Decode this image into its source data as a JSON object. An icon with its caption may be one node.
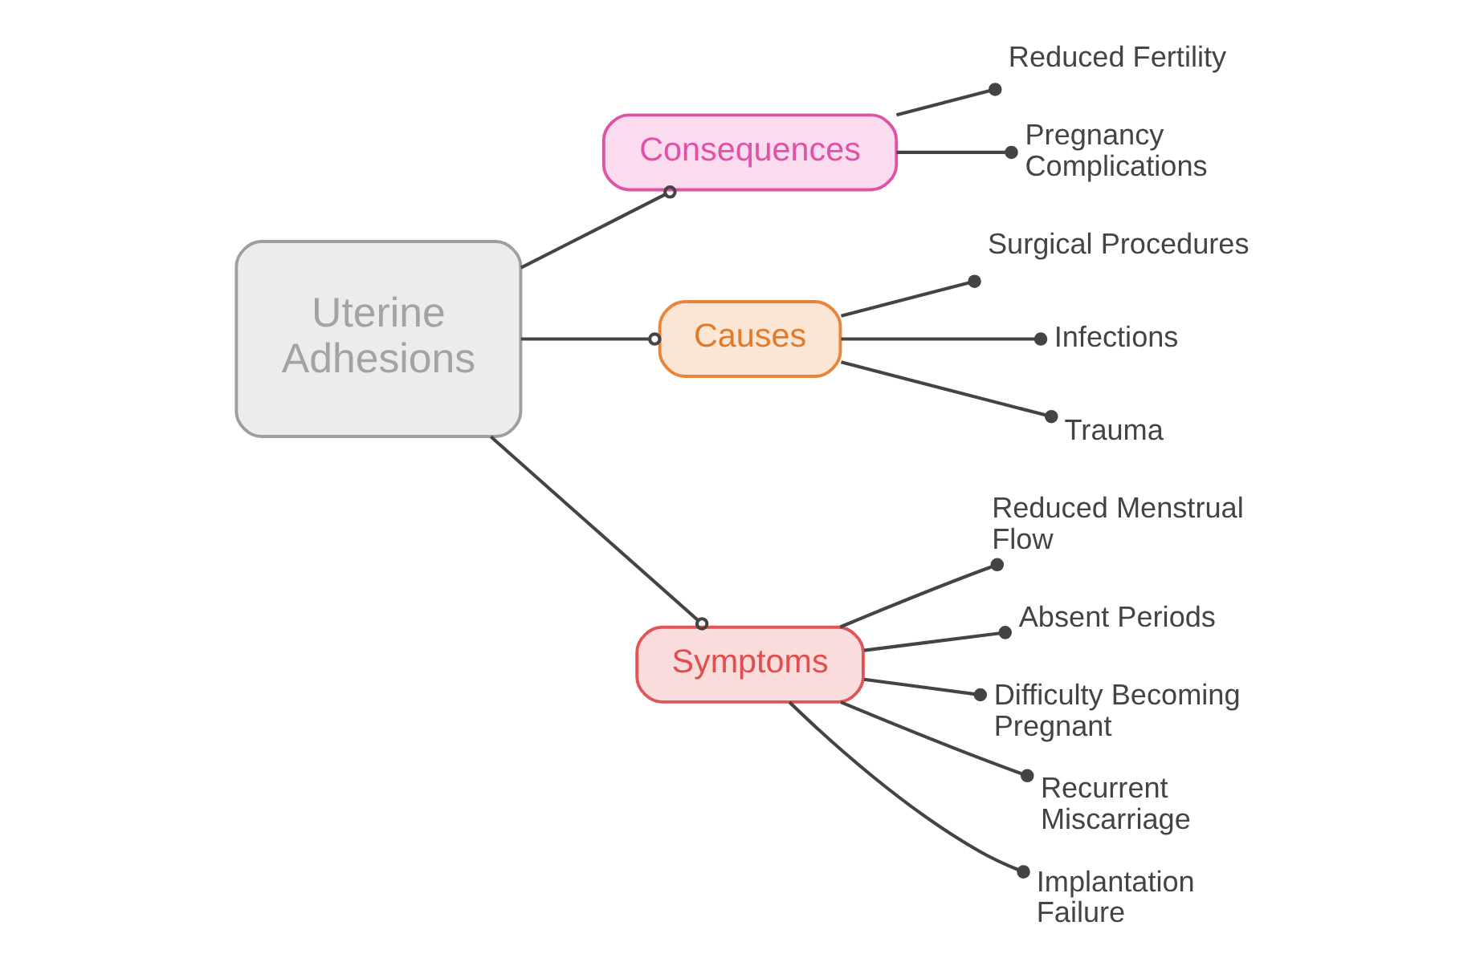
{
  "diagram": {
    "nodes": [
      {
        "text": [
          "Uterine Adhesions"
        ]
      },
      {
        "text": [
          "Consequences"
        ]
      },
      {
        "text": [
          "Reduced Fertility"
        ]
      },
      {
        "text": [
          "Pregnancy Complications"
        ]
      },
      {
        "text": [
          "Causes"
        ]
      },
      {
        "text": [
          "Surgical Procedures"
        ]
      },
      {
        "text": [
          "Infections"
        ]
      },
      {
        "text": [
          "Trauma"
        ]
      },
      {
        "text": [
          "Symptoms"
        ]
      },
      {
        "text": [
          "Reduced Menstrual Flow"
        ]
      },
      {
        "text": [
          "Absent Periods"
        ]
      },
      {
        "text": [
          "Difficulty Becoming Pregnant"
        ]
      },
      {
        "text": [
          "Recurrent Miscarriage"
        ]
      },
      {
        "text": [
          "Implantation Failure"
        ]
      }
    ],
    "edges": [
      {
        "from": 0,
        "to": 1,
        "arrow": "other"
      },
      {
        "from": 1,
        "to": 2,
        "arrow": "other"
      },
      {
        "from": 1,
        "to": 3,
        "arrow": "other"
      },
      {
        "from": 0,
        "to": 4,
        "arrow": "other"
      },
      {
        "from": 4,
        "to": 5,
        "arrow": "other"
      },
      {
        "from": 4,
        "to": 6,
        "arrow": "other"
      },
      {
        "from": 4,
        "to": 7,
        "arrow": "other"
      },
      {
        "from": 0,
        "to": 8,
        "arrow": "other"
      },
      {
        "from": 8,
        "to": 9,
        "arrow": "other"
      },
      {
        "from": 8,
        "to": 10,
        "arrow": "other"
      },
      {
        "from": 8,
        "to": 11,
        "arrow": "other"
      },
      {
        "from": 8,
        "to": 12,
        "arrow": "other"
      },
      {
        "from": 8,
        "to": 13,
        "arrow": "other"
      }
    ]
  }
}
